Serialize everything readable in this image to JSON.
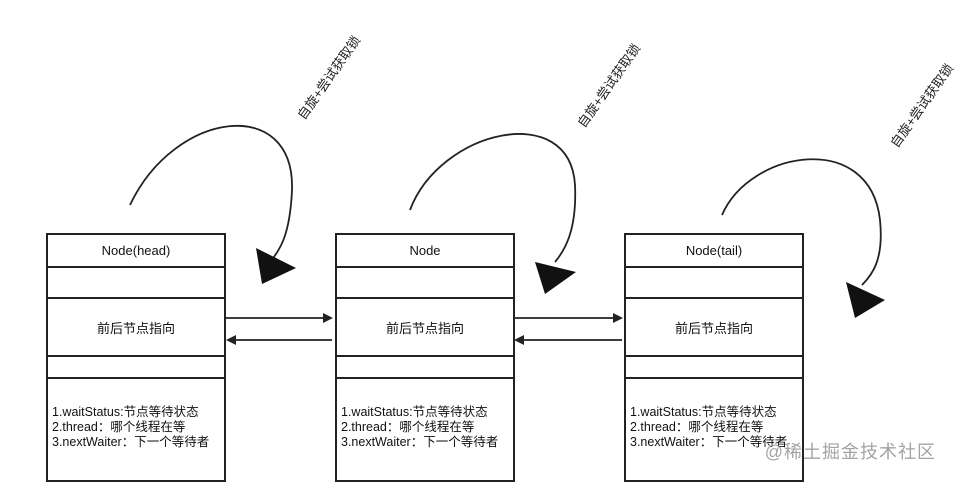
{
  "nodes": [
    {
      "title": "Node(head)",
      "pointer_label": "前后节点指向",
      "fields": [
        "1.waitStatus:节点等待状态",
        "2.thread：哪个线程在等",
        "3.nextWaiter：下一个等待者"
      ],
      "loop_label": "自旋+尝试获取锁"
    },
    {
      "title": "Node",
      "pointer_label": "前后节点指向",
      "fields": [
        "1.waitStatus:节点等待状态",
        "2.thread：哪个线程在等",
        "3.nextWaiter：下一个等待者"
      ],
      "loop_label": "自旋+尝试获取锁"
    },
    {
      "title": "Node(tail)",
      "pointer_label": "前后节点指向",
      "fields": [
        "1.waitStatus:节点等待状态",
        "2.thread：哪个线程在等",
        "3.nextWaiter：下一个等待者"
      ],
      "loop_label": "自旋+尝试获取锁"
    }
  ],
  "watermark": "@稀土掘金技术社区"
}
